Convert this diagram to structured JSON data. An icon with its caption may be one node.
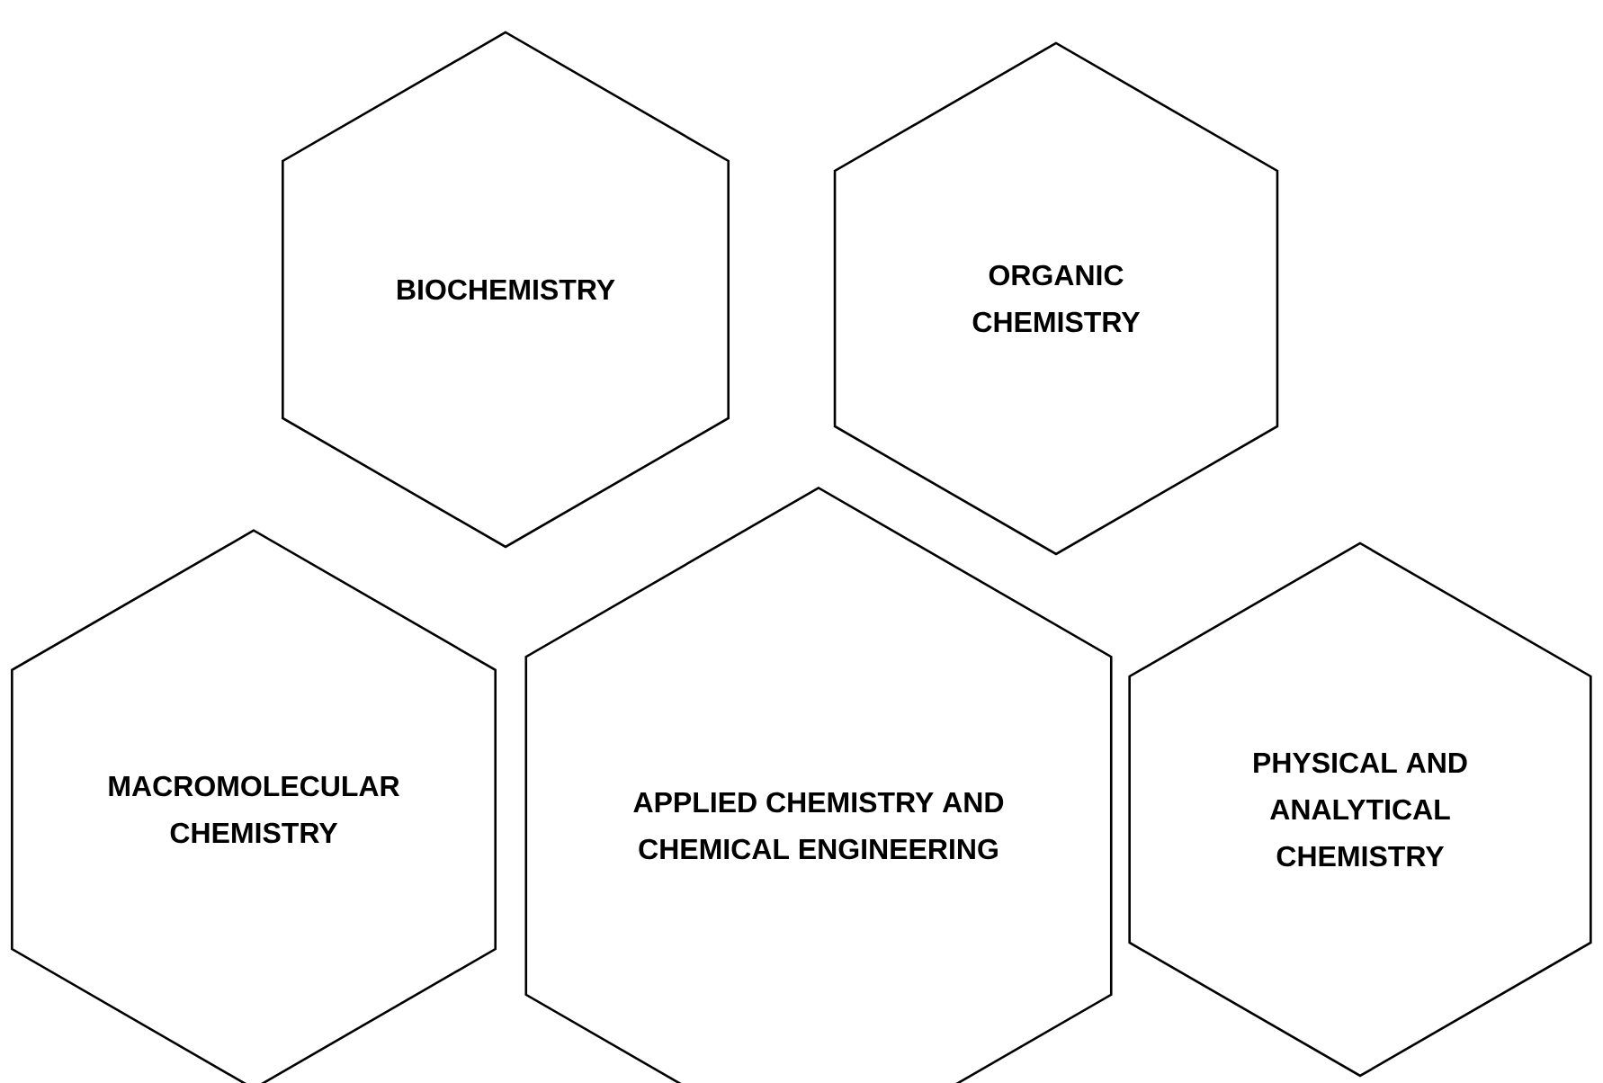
{
  "diagram": {
    "nodes": [
      {
        "text": [
          "BIOCHEMISTRY"
        ]
      },
      {
        "text": [
          "ORGANIC CHEMISTRY"
        ]
      },
      {
        "text": [
          "MACROMOLECULAR CHEMISTRY"
        ]
      },
      {
        "text": [
          "APPLIED CHEMISTRY AND CHEMICAL ENGINEERING"
        ]
      },
      {
        "text": [
          "PHYSICAL AND ANALYTICAL CHEMISTRY"
        ]
      }
    ]
  }
}
